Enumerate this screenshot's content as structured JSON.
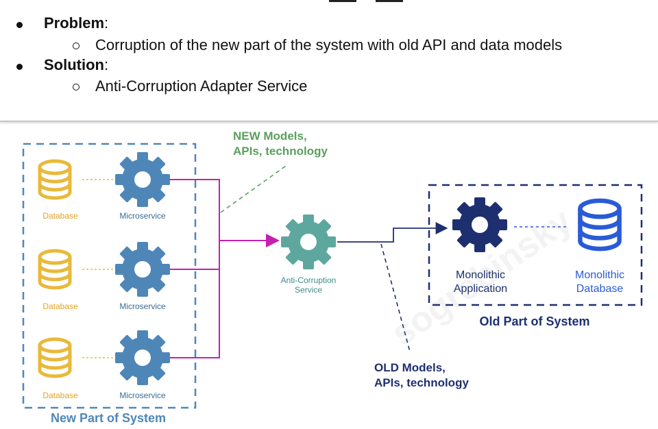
{
  "bullets": {
    "problem_label": "Problem",
    "problem_text": "Corruption of the new part of the system with old API and data models",
    "solution_label": "Solution",
    "solution_text": "Anti-Corruption Adapter Service"
  },
  "diagram": {
    "new_system": {
      "group_label": "New Part of System",
      "rows": [
        {
          "database_label": "Database",
          "microservice_label": "Microservice"
        },
        {
          "database_label": "Database",
          "microservice_label": "Microservice"
        },
        {
          "database_label": "Database",
          "microservice_label": "Microservice"
        }
      ]
    },
    "new_models_label_line1": "NEW Models,",
    "new_models_label_line2": "APIs, technology",
    "acl_label_line1": "Anti-Corruption",
    "acl_label_line2": "Service",
    "old_models_label_line1": "OLD Models,",
    "old_models_label_line2": "APIs, technology",
    "old_system": {
      "group_label": "Old Part of System",
      "app_label_line1": "Monolithic",
      "app_label_line2": "Application",
      "db_label_line1": "Monolithic",
      "db_label_line2": "Database"
    },
    "watermark": "sogrebinsky",
    "colors": {
      "orange": "#e9b93a",
      "steel_blue": "#4f86b8",
      "magenta": "#c51fb0",
      "teal": "#5ea79f",
      "green": "#5a9e5e",
      "navy": "#1e2f70",
      "bright_blue": "#2a5bd7"
    }
  }
}
